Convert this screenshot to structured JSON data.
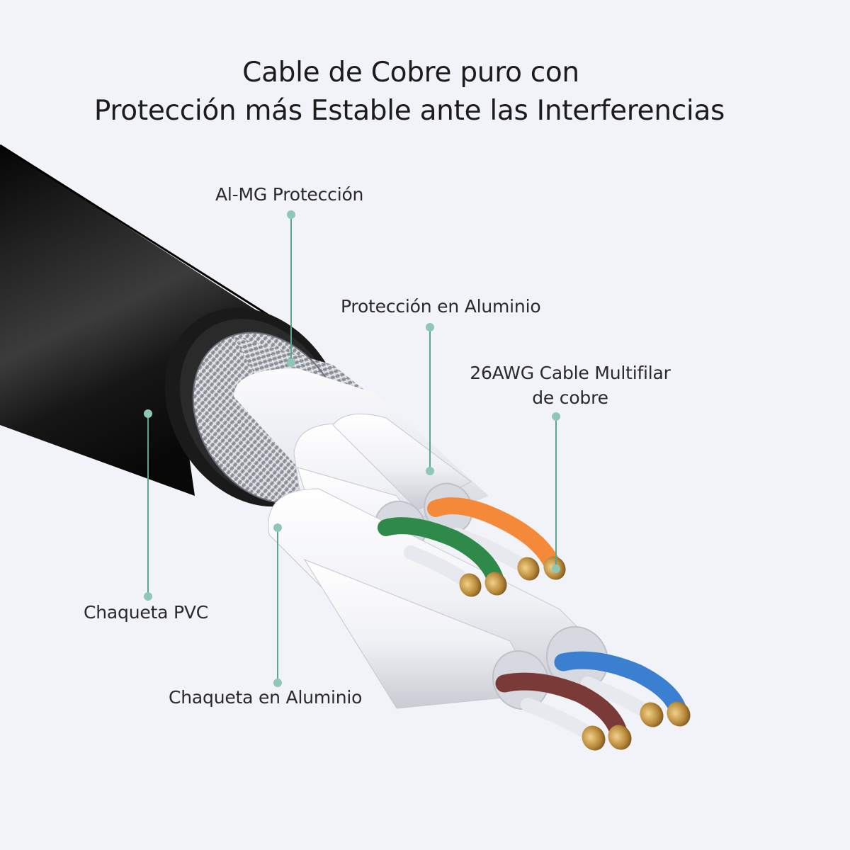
{
  "title": {
    "line1": "Cable de Cobre puro con",
    "line2": "Protección más Estable ante las Interferencias"
  },
  "labels": {
    "al_mg": "Al-MG Protección",
    "aluminum_shield": "Protección en Aluminio",
    "conductor_line1": "26AWG Cable Multifilar",
    "conductor_line2": "de cobre",
    "pvc_jacket": "Chaqueta PVC",
    "aluminum_jacket": "Chaqueta en Aluminio"
  },
  "colors": {
    "background": "#f2f3f8",
    "jacket": "#151515",
    "callout_line": "#5aa592",
    "callout_dot": "#8fc7b6",
    "pair_orange": "#f5893a",
    "pair_green": "#2f8a4a",
    "pair_blue": "#3a7fd0",
    "pair_brown": "#7a3a38",
    "copper": "#b88a3a"
  }
}
